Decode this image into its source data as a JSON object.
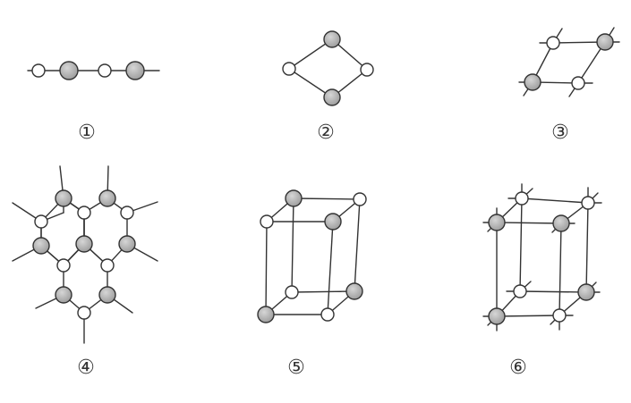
{
  "figure": {
    "labels": [
      "①",
      "②",
      "③",
      "④",
      "⑤",
      "⑥"
    ]
  },
  "colors": {
    "line": "#333333",
    "atom_white": "#ffffff",
    "atom_gray": "#b8b8b8"
  }
}
